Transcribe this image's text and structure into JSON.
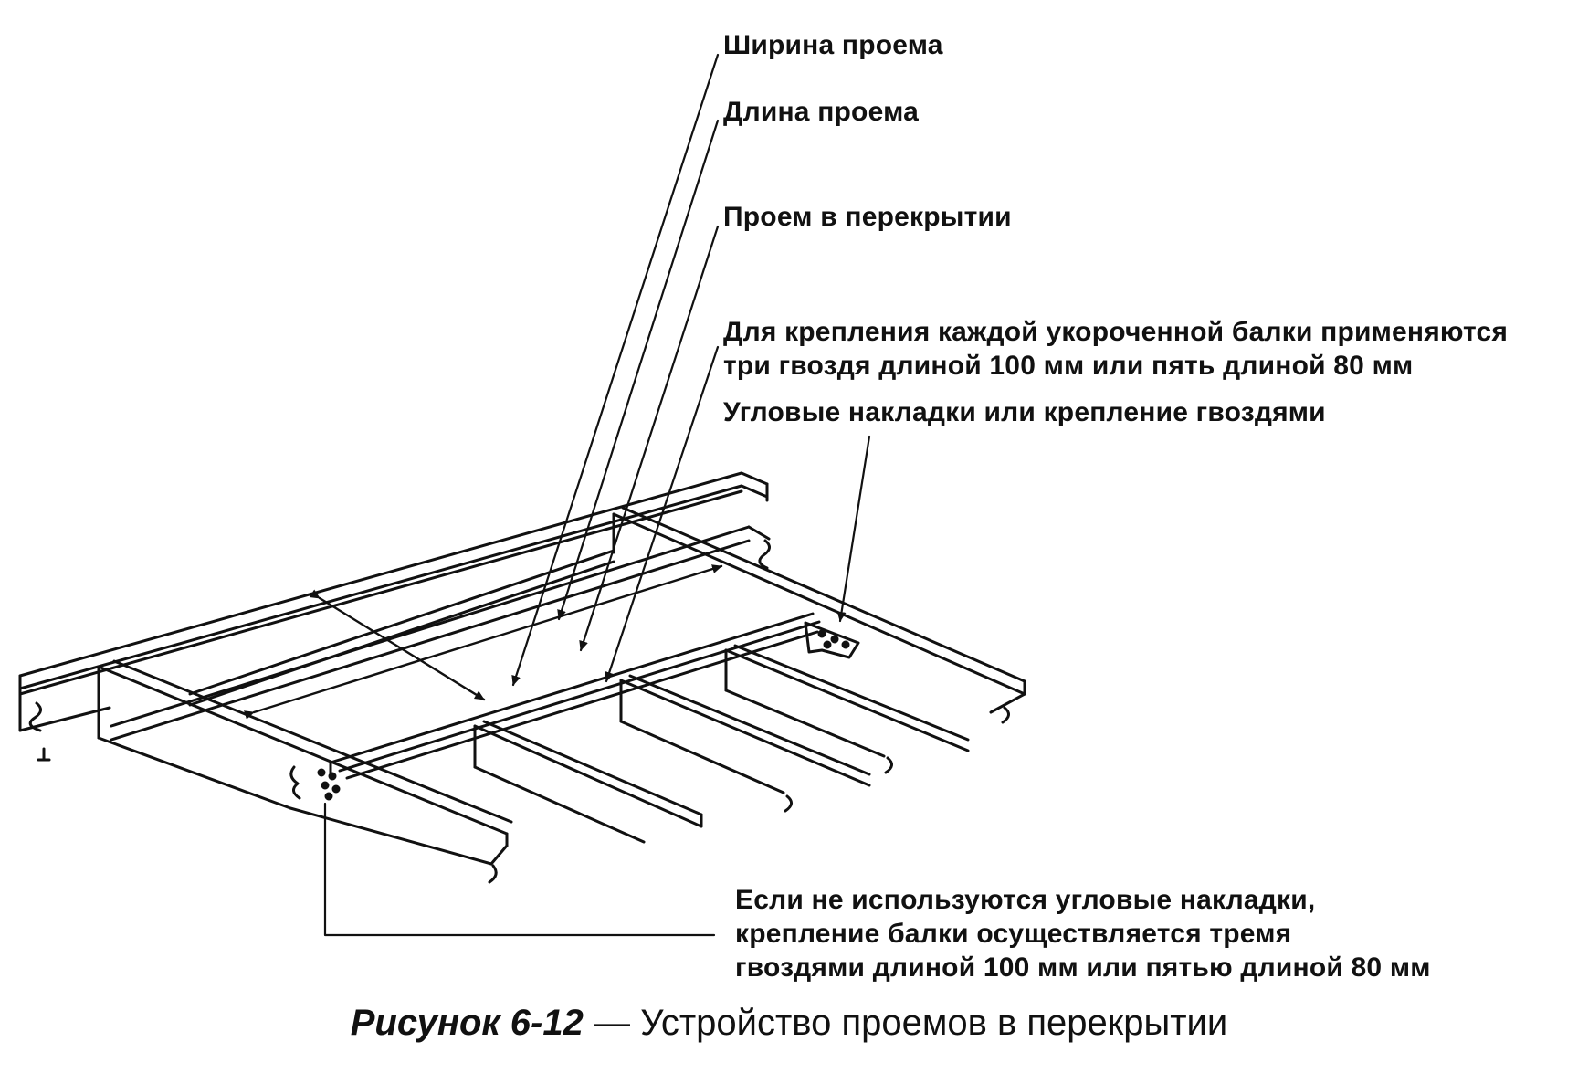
{
  "labels": {
    "opening_width": "Ширина проема",
    "opening_length": "Длина проема",
    "floor_opening": "Проем в перекрытии",
    "nailing_note_line1": "Для крепления каждой укороченной балки применяются",
    "nailing_note_line2": "три гвоздя длиной 100 мм или пять длиной 80 мм",
    "corner_plates": "Угловые накладки или крепление гвоздями",
    "no_plates_line1": "Если не используются угловые накладки,",
    "no_plates_line2": "крепление балки осуществляется тремя",
    "no_plates_line3": "гвоздями длиной 100 мм или пятью длиной 80 мм"
  },
  "caption": {
    "figure": "Рисунок 6-12",
    "dash": " — ",
    "text": "Устройство проемов в перекрытии"
  }
}
